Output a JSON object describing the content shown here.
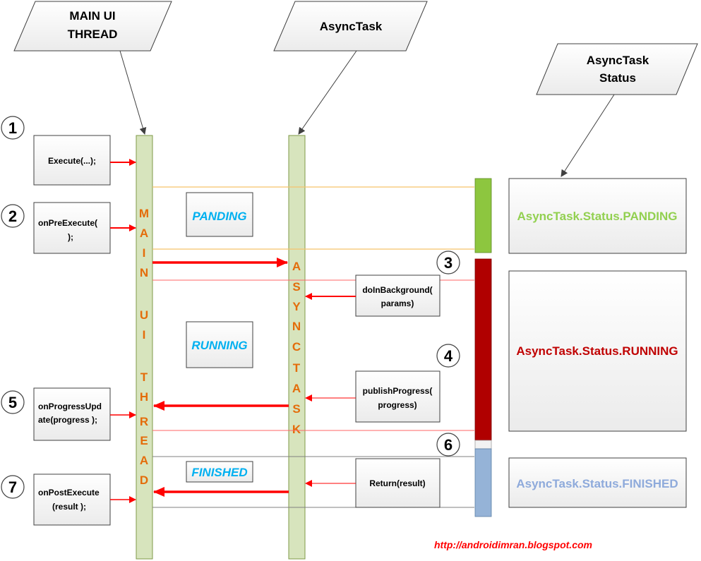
{
  "headers": {
    "main_line1": "MAIN UI",
    "main_line2": "THREAD",
    "async": "AsyncTask",
    "status_line1": "AsyncTask",
    "status_line2": "Status"
  },
  "steps": [
    "1",
    "2",
    "3",
    "4",
    "5",
    "6",
    "7"
  ],
  "main_boxes": {
    "execute": "Execute(...);",
    "pre_line1": "onPreExecute(",
    "pre_line2": ");",
    "progress_line1": "onProgressUpd",
    "progress_line2": "ate(progress );",
    "post_line1": "onPostExecute",
    "post_line2": "(result );"
  },
  "task_boxes": {
    "doin_line1": "doInBackground(",
    "doin_line2": "params)",
    "publish_line1": "publishProgress(",
    "publish_line2": "progress)",
    "return": "Return(result)"
  },
  "state_labels": {
    "panding": "PANDING",
    "running": "RUNNING",
    "finished": "FINISHED"
  },
  "status_boxes": {
    "panding": "AsyncTask.Status.PANDING",
    "running": "AsyncTask.Status.RUNNING",
    "finished": "AsyncTask.Status.FINISHED"
  },
  "vertical_text": {
    "main": [
      "M",
      "A",
      "I",
      "N",
      "U",
      "I",
      "T",
      "H",
      "R",
      "E",
      "A",
      "D"
    ],
    "async": [
      "A",
      "S",
      "Y",
      "N",
      "C",
      "T",
      "A",
      "S",
      "K"
    ]
  },
  "url": "http://androidimran.blogspot.com",
  "colors": {
    "lifeline": "#d7e4bd",
    "lifeline_border": "#7f9a48",
    "vertical_text": "#e46c0a",
    "arrow_red": "#ff0000",
    "state_label": "#00b0f0",
    "status_panding": "#92d050",
    "status_running": "#c00000",
    "status_finished": "#8eaadb",
    "line_yellow": "#f5c26b",
    "bar_green": "#8dc63f",
    "bar_red": "#b00000",
    "bar_blue": "#95b3d7"
  }
}
